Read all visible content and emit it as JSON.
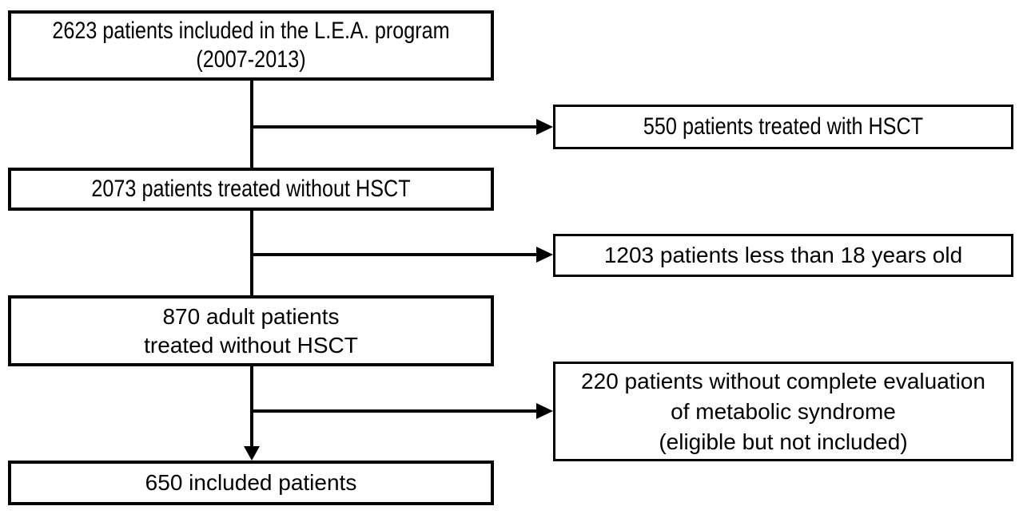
{
  "diagram": {
    "type": "patient-flow-chart",
    "colors": {
      "background": "#ffffff",
      "border": "#000000",
      "text": "#000000",
      "connector": "#000000"
    },
    "main_flow": [
      {
        "label_lines": [
          "2623 patients included in the L.E.A. program",
          "(2007-2013)"
        ]
      },
      {
        "label_lines": [
          "2073 patients treated without HSCT"
        ]
      },
      {
        "label_lines": [
          "870 adult patients",
          "treated without HSCT"
        ]
      },
      {
        "label_lines": [
          "650 included patients"
        ]
      }
    ],
    "exclusions": [
      {
        "label_lines": [
          "550 patients treated with HSCT"
        ]
      },
      {
        "label_lines": [
          "1203 patients less than 18 years old"
        ]
      },
      {
        "label_lines": [
          "220 patients without complete evaluation",
          "of metabolic syndrome",
          "(eligible but not included)"
        ]
      }
    ]
  }
}
